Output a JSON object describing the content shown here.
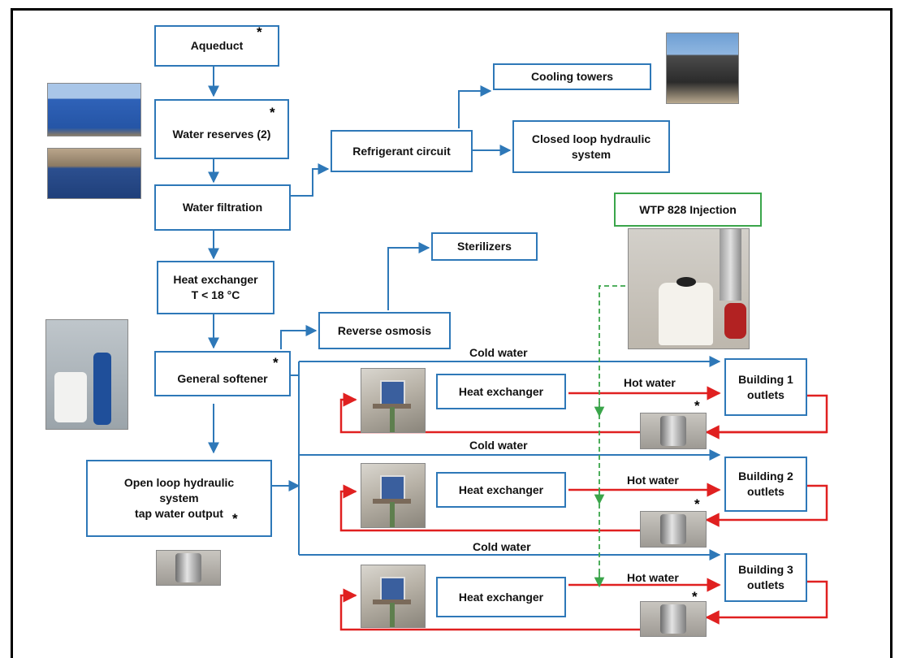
{
  "boxes": {
    "aqueduct": "Aqueduct",
    "water_reserves": "Water reserves (2)",
    "water_filtration": "Water filtration",
    "heat_exchanger_main_line1": "Heat exchanger",
    "heat_exchanger_main_line2": "T < 18 °C",
    "general_softener": "General softener",
    "open_loop_line1": "Open loop hydraulic",
    "open_loop_line2": "system",
    "open_loop_line3": "tap water output",
    "refrigerant_circuit": "Refrigerant circuit",
    "cooling_towers": "Cooling towers",
    "closed_loop_line1": "Closed loop hydraulic",
    "closed_loop_line2": "system",
    "sterilizers": "Sterilizers",
    "reverse_osmosis": "Reverse osmosis",
    "wtp_injection": "WTP 828 Injection",
    "heat_exchanger_1": "Heat exchanger",
    "heat_exchanger_2": "Heat exchanger",
    "heat_exchanger_3": "Heat exchanger",
    "building1_line1": "Building 1",
    "building1_line2": "outlets",
    "building2_line1": "Building 2",
    "building2_line2": "outlets",
    "building3_line1": "Building 3",
    "building3_line2": "outlets"
  },
  "labels": {
    "cold_water_1": "Cold water",
    "cold_water_2": "Cold water",
    "cold_water_3": "Cold water",
    "hot_water_1": "Hot water",
    "hot_water_2": "Hot water",
    "hot_water_3": "Hot water",
    "asterisk": "*"
  },
  "colors": {
    "box_border": "#2e78b8",
    "cold_line": "#2e78b8",
    "hot_line": "#e02020",
    "injection_line": "#3aa54a",
    "wtp_border": "#3aa54a"
  }
}
